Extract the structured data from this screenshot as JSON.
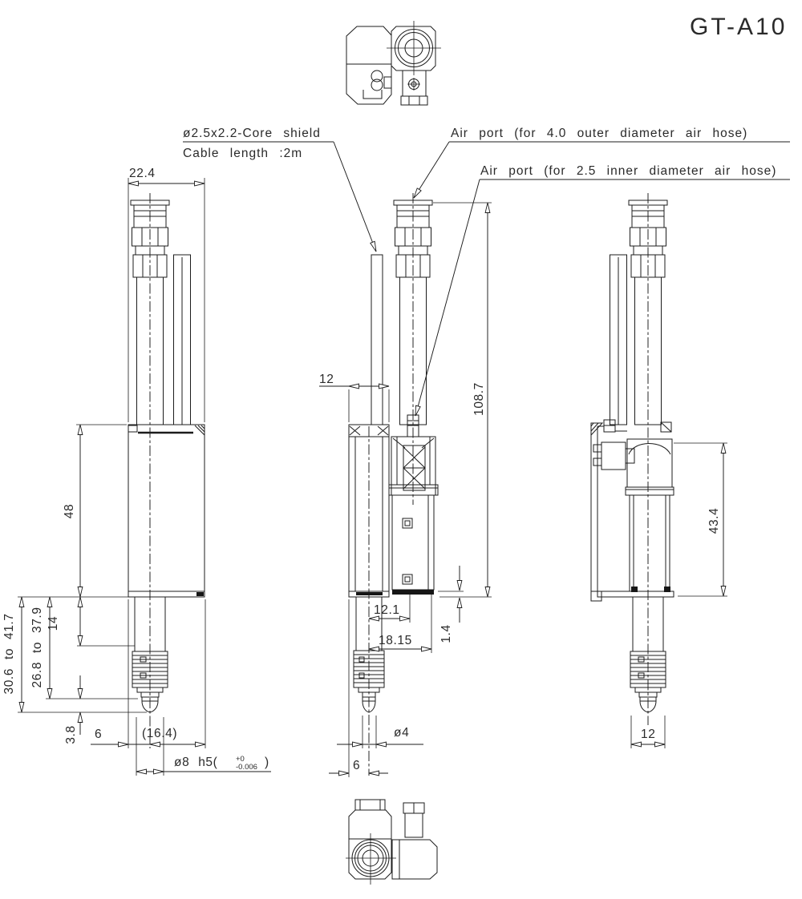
{
  "title": "GT-A10",
  "callouts": {
    "core_shield": "ø2.5x2.2-Core shield",
    "cable_length": "Cable length :2m",
    "air_port_outer": "Air port (for 4.0 outer diameter air hose)",
    "air_port_inner": "Air port (for 2.5 inner diameter air hose)"
  },
  "dims": {
    "body_width": "22.4",
    "body_height": "48",
    "stem_length": "14",
    "stroke_range_outer": "30.6 to 41.7",
    "stroke_range_inner": "26.8 to 37.9",
    "pretravel": "3.8",
    "edge_to_center": "6",
    "center_to_edge_ref": "(16.4)",
    "spindle_dia_prefix": "ø8 h5(",
    "spindle_tol_upper": "+0",
    "spindle_tol_lower": "-0.006",
    "spindle_dia_suffix": ")",
    "side_width": "12",
    "overall_height": "108.7",
    "plate_thickness": "1.4",
    "center_to_screw": "12.1",
    "center_to_block_edge": "18.15",
    "tip_dia": "ø4",
    "side_edge_to_center": "6",
    "right_body_height": "43.4",
    "right_width": "12"
  }
}
